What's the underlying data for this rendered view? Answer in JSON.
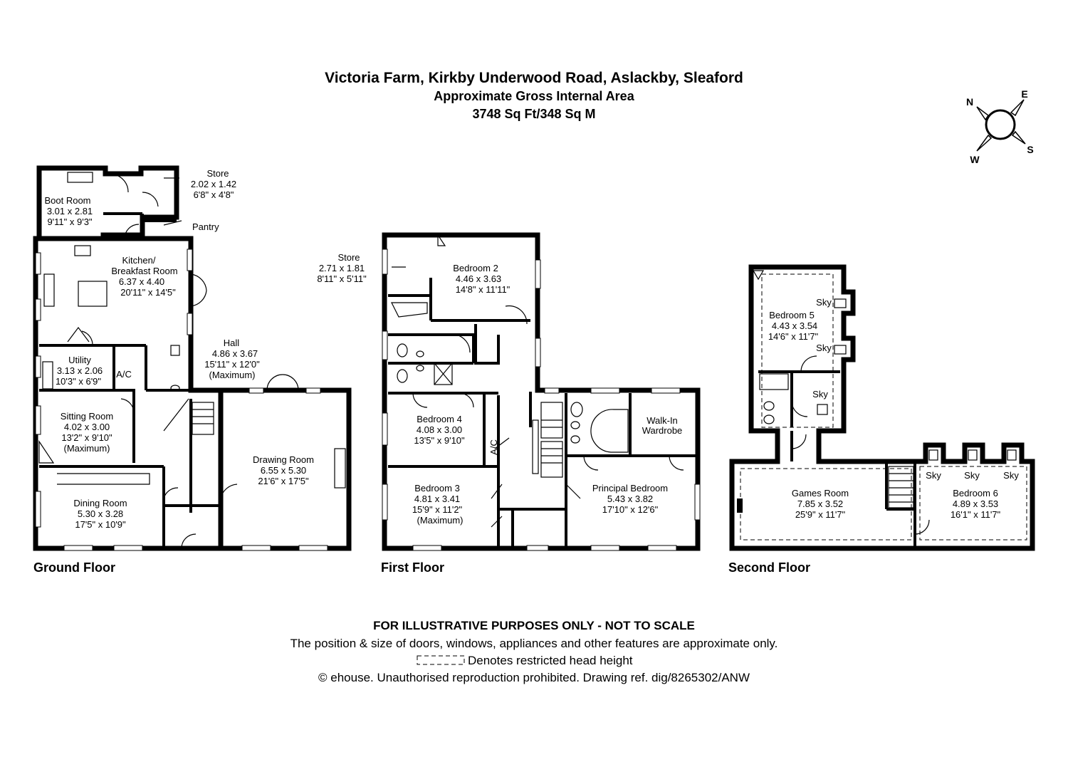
{
  "header": {
    "address": "Victoria Farm, Kirkby Underwood Road, Aslackby, Sleaford",
    "area_label": "Approximate Gross Internal Area",
    "area_value": "3748 Sq Ft/348 Sq M"
  },
  "compass": {
    "n": "N",
    "e": "E",
    "s": "S",
    "w": "W"
  },
  "floors": {
    "ground": "Ground Floor",
    "first": "First Floor",
    "second": "Second Floor"
  },
  "rooms": {
    "boot": {
      "name": "Boot Room",
      "metric": "3.01 x 2.81",
      "imperial": "9'11\" x 9'3\""
    },
    "store_g": {
      "name": "Store",
      "metric": "2.02 x 1.42",
      "imperial": "6'8\" x 4'8\""
    },
    "pantry": {
      "name": "Pantry"
    },
    "kitchen": {
      "name1": "Kitchen/",
      "name2": "Breakfast Room",
      "metric": "6.37 x 4.40",
      "imperial": "20'11\" x 14'5\""
    },
    "utility": {
      "name": "Utility",
      "metric": "3.13 x 2.06",
      "imperial": "10'3\" x 6'9\""
    },
    "ac_g": {
      "name": "A/C"
    },
    "hall": {
      "name": "Hall",
      "metric": "4.86 x 3.67",
      "imperial": "15'11\" x 12'0\"",
      "note": "(Maximum)"
    },
    "sitting": {
      "name": "Sitting Room",
      "metric": "4.02 x 3.00",
      "imperial": "13'2\" x 9'10\"",
      "note": "(Maximum)"
    },
    "dining": {
      "name": "Dining Room",
      "metric": "5.30 x 3.28",
      "imperial": "17'5\" x 10'9\""
    },
    "drawing": {
      "name": "Drawing Room",
      "metric": "6.55 x 5.30",
      "imperial": "21'6\" x 17'5\""
    },
    "store_f": {
      "name": "Store",
      "metric": "2.71 x 1.81",
      "imperial": "8'11\" x 5'11\""
    },
    "bed2": {
      "name": "Bedroom 2",
      "metric": "4.46 x 3.63",
      "imperial": "14'8\" x 11'11\""
    },
    "bed4": {
      "name": "Bedroom 4",
      "metric": "4.08 x 3.00",
      "imperial": "13'5\" x 9'10\""
    },
    "ac_f": {
      "name": "A/C"
    },
    "bed3": {
      "name": "Bedroom 3",
      "metric": "4.81 x 3.41",
      "imperial": "15'9\" x 11'2\"",
      "note": "(Maximum)"
    },
    "walkin": {
      "name1": "Walk-In",
      "name2": "Wardrobe"
    },
    "principal": {
      "name": "Principal Bedroom",
      "metric": "5.43 x 3.82",
      "imperial": "17'10\" x 12'6\""
    },
    "bed5": {
      "name": "Bedroom 5",
      "metric": "4.43 x 3.54",
      "imperial": "14'6\" x 11'7\""
    },
    "games": {
      "name": "Games Room",
      "metric": "7.85 x 3.52",
      "imperial": "25'9\" x 11'7\""
    },
    "bed6": {
      "name": "Bedroom 6",
      "metric": "4.89 x 3.53",
      "imperial": "16'1\" x 11'7\""
    },
    "sky": {
      "name": "Sky"
    }
  },
  "footer": {
    "line1": "FOR ILLUSTRATIVE PURPOSES ONLY - NOT TO SCALE",
    "line2": "The position & size of doors, windows, appliances and other features are approximate only.",
    "line3": "Denotes restricted head height",
    "line4": "© ehouse. Unauthorised reproduction prohibited. Drawing ref. dig/8265302/ANW"
  }
}
